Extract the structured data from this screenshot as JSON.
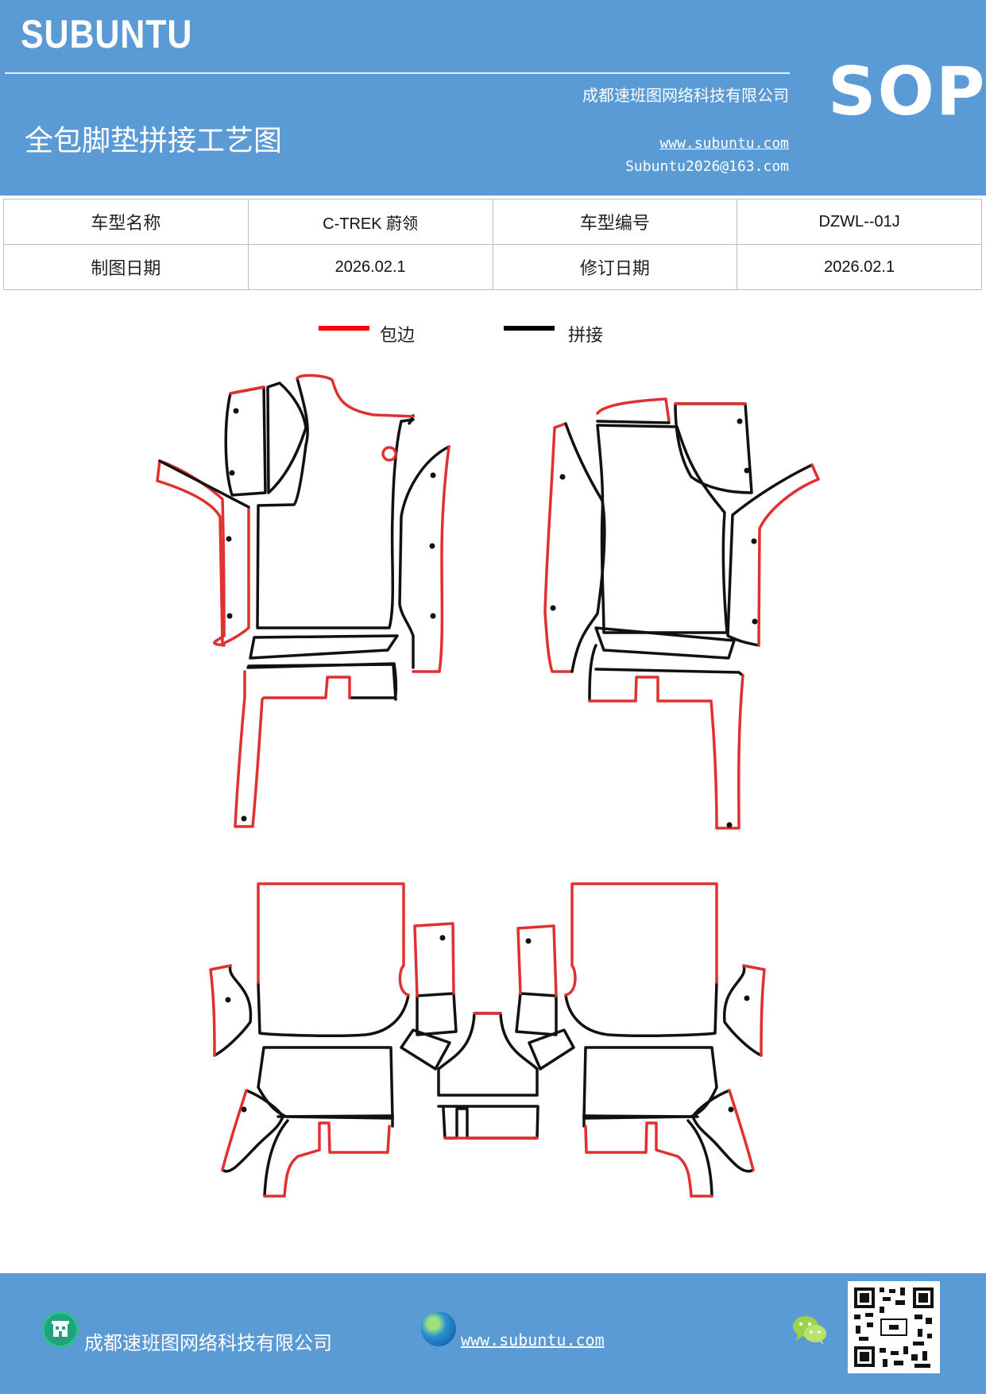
{
  "header": {
    "brand": "SUBUNTU",
    "sop": "SOP",
    "company": "成都速班图网络科技有限公司",
    "title": "全包脚垫拼接工艺图",
    "website": "www.subuntu.com",
    "email": "Subuntu2026@163.com",
    "background_color": "#5b9bd5"
  },
  "info_table": {
    "row1": {
      "model_name_label": "车型名称",
      "model_name_value": "C-TREK  蔚领",
      "model_code_label": "车型编号",
      "model_code_value": "DZWL--01J"
    },
    "row2": {
      "draw_date_label": "制图日期",
      "draw_date_value": "2026.02.1",
      "revise_date_label": "修订日期",
      "revise_date_value": "2026.02.1"
    }
  },
  "legend": {
    "edging_label": "包边",
    "edging_color": "#ff0000",
    "joint_label": "拼接",
    "joint_color": "#000000"
  },
  "footer": {
    "company": "成都速班图网络科技有限公司",
    "website": "www.subuntu.com ",
    "company_icon": "building-icon",
    "web_icon": "globe-icon",
    "wechat_icon": "wechat-icon",
    "qr_icon": "qr-code-icon"
  }
}
